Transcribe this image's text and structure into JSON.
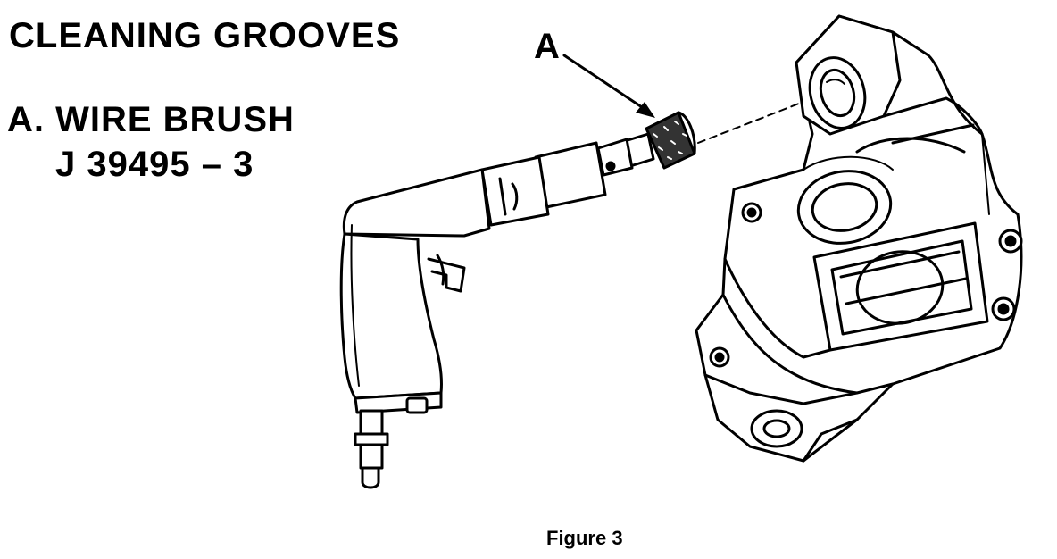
{
  "diagram": {
    "title": "CLEANING GROOVES",
    "legend": {
      "item_label": "A. WIRE BRUSH",
      "part_number": "J 39495 – 3"
    },
    "callout_letter": "A",
    "caption": "Figure 3"
  },
  "colors": {
    "ink": "#000000",
    "paper": "#ffffff"
  }
}
